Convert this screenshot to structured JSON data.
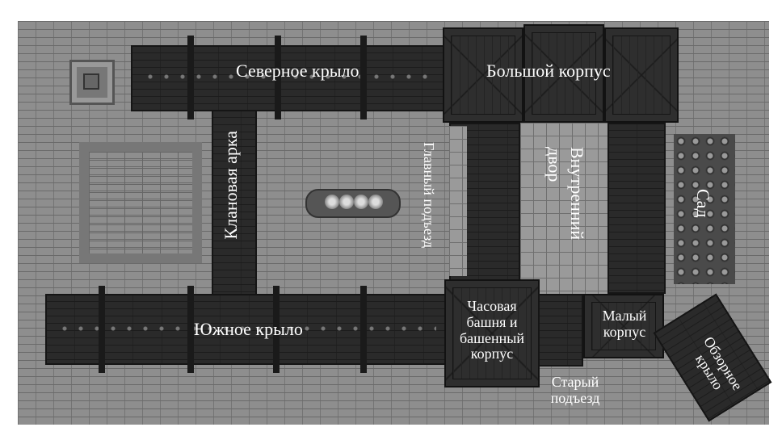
{
  "map": {
    "labels": {
      "north_wing": "Северное крыло",
      "main_building": "Большой корпус",
      "clan_arch": "Клановая арка",
      "main_entrance": "Главный подъезд",
      "inner_court": "Внутренний двор",
      "garden": "Сад",
      "south_wing": "Южное крыло",
      "clock_tower": "Часовая башня и башенный корпус",
      "small_building": "Малый корпус",
      "old_entrance": "Старый подъезд",
      "observation_wing": "Обзорное крыло"
    }
  },
  "colors": {
    "ground": "#8e8e8e",
    "building": "#2a2a2a",
    "label_text": "#ffffff"
  }
}
